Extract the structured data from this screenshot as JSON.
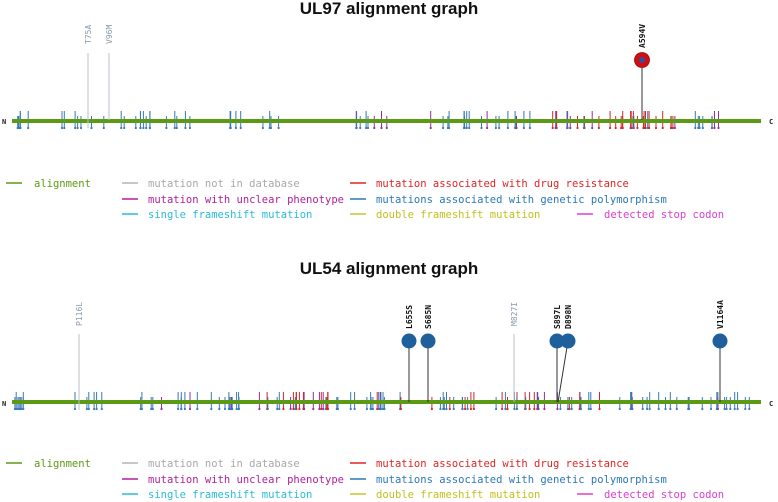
{
  "panels": [
    {
      "title": "UL97 alignment graph",
      "n_label": "N",
      "c_label": "C",
      "labeled_mutations": [
        {
          "label": "T75A",
          "category": "not_in_database"
        },
        {
          "label": "V96M",
          "category": "not_in_database"
        },
        {
          "label": "A594V",
          "category": "drug_resistance"
        }
      ]
    },
    {
      "title": "UL54 alignment graph",
      "n_label": "N",
      "c_label": "C",
      "labeled_mutations": [
        {
          "label": "P116L",
          "category": "not_in_database"
        },
        {
          "label": "L655S",
          "category": "genetic_polymorphism"
        },
        {
          "label": "S685N",
          "category": "genetic_polymorphism"
        },
        {
          "label": "M827I",
          "category": "not_in_database"
        },
        {
          "label": "S897L",
          "category": "genetic_polymorphism"
        },
        {
          "label": "D898N",
          "category": "genetic_polymorphism"
        },
        {
          "label": "V1164A",
          "category": "genetic_polymorphism"
        }
      ]
    }
  ],
  "legend": [
    {
      "label": "alignment",
      "color": "#5a9a14"
    },
    {
      "label": "mutation not in database",
      "color": "#b4b4b4"
    },
    {
      "label": "mutation associated with drug resistance",
      "color": "#e02424"
    },
    {
      "label": "mutation with unclear phenotype",
      "color": "#b0209a"
    },
    {
      "label": "mutations associated with genetic polymorphism",
      "color": "#2a78b8"
    },
    {
      "label": "single frameshift mutation",
      "color": "#28bcd8"
    },
    {
      "label": "double frameshift mutation",
      "color": "#c8c828"
    },
    {
      "label": "detected stop codon",
      "color": "#d840d0"
    }
  ],
  "colors": {
    "alignment": "#5a9a14",
    "not_in_database": "#a8b4c0",
    "drug_resistance_marker": "#cc1010",
    "polymorphism_marker": "#1f5f9c",
    "tick_blue": "#3a78b8",
    "tick_red": "#d02828",
    "tick_purple": "#9030a0"
  }
}
